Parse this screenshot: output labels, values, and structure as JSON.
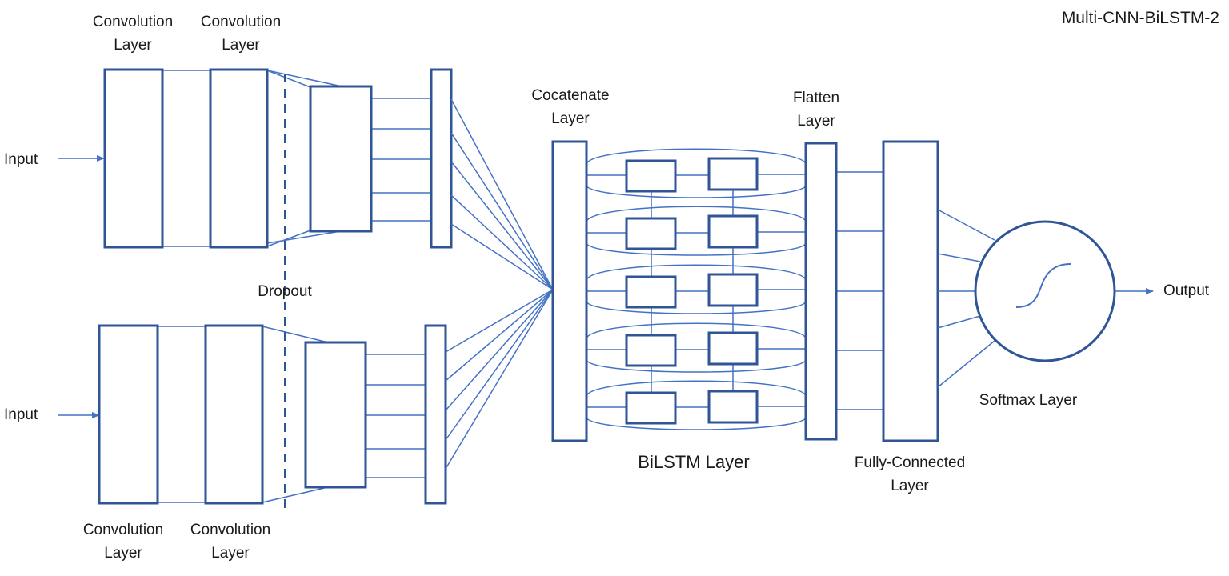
{
  "title": "Multi-CNN-BiLSTM-2",
  "labels": {
    "input_top": "Input",
    "input_bottom": "Input",
    "output": "Output",
    "conv_word": "Convolution",
    "layer_word": "Layer",
    "dropout": "Dropout",
    "concat_1": "Cocatenate",
    "flatten_1": "Flatten",
    "bilstm": "BiLSTM Layer",
    "fc_1": "Fully-Connected",
    "softmax": "Softmax Layer"
  },
  "colors": {
    "box_stroke": "#2f5597",
    "line": "#4472c4",
    "text": "#1a1a1a"
  }
}
